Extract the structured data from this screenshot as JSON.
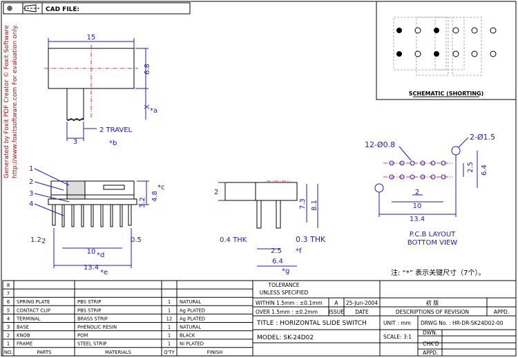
{
  "header": {
    "cad_label": "CAD FILE:"
  },
  "watermark": {
    "line1": "Generated by Foxit PDF Creator © Foxit Software",
    "line2": "http://www.foxitsoftware.com   For evaluation only."
  },
  "schematic": {
    "caption": "SCHEMATIC (SHORTING)"
  },
  "top_view": {
    "dim_width": "15",
    "dim_height": "6.8",
    "dim_a": "*a",
    "travel": "2 TRAVEL",
    "dim_3": "3",
    "dim_b": "*b"
  },
  "front_view": {
    "callouts": [
      "1",
      "2",
      "3",
      "4"
    ],
    "dim_c": "*c",
    "dim_48": "4.8",
    "dim_32": "3.2",
    "dim_12": "1.2",
    "dim_2": "2",
    "dim_05": "0.5",
    "dim_10": "10",
    "dim_d": "*d",
    "dim_134": "13.4",
    "dim_e": "*e"
  },
  "side_view": {
    "dim_2": "2",
    "dim_73": "7.3",
    "dim_81": "8.1",
    "thk_04": "0.4 THK",
    "thk_03": "0.3 THK",
    "dim_25": "2.5",
    "dim_f": "*f",
    "dim_64": "6.4",
    "dim_g": "*g"
  },
  "pcb": {
    "hole_small": "12-Ø0.8",
    "hole_large": "2-Ø1.5",
    "dim_25": "2.5",
    "dim_64": "6.4",
    "dim_2": "2",
    "dim_10": "10",
    "dim_134": "13.4",
    "caption1": "P.C.B LAYOUT",
    "caption2": "BOTTOM VIEW"
  },
  "note": "注: “*” 表示关键尺寸（7个）。",
  "parts_table": {
    "rows": [
      {
        "no": "8",
        "part": "",
        "material": "",
        "qty": "",
        "finish": ""
      },
      {
        "no": "7",
        "part": "",
        "material": "",
        "qty": "",
        "finish": ""
      },
      {
        "no": "6",
        "part": "SPRING PLATE",
        "material": "PBS STRIP",
        "qty": "1",
        "finish": "NATURAL"
      },
      {
        "no": "5",
        "part": "CONTACT CLIP",
        "material": "PBS STRIP",
        "qty": "1",
        "finish": "Ag PLATED"
      },
      {
        "no": "4",
        "part": "TERMINAL",
        "material": "BRASS STRIP",
        "qty": "12",
        "finish": "Ag PLATED"
      },
      {
        "no": "3",
        "part": "BASE",
        "material": "PHENOLIC RESIN",
        "qty": "1",
        "finish": "NATURAL"
      },
      {
        "no": "2",
        "part": "KNOB",
        "material": "POM",
        "qty": "1",
        "finish": "BLACK"
      },
      {
        "no": "1",
        "part": "FRAME",
        "material": "STEEL STRIP",
        "qty": "1",
        "finish": "Ni PLATED"
      }
    ],
    "headers": {
      "no": "NO.",
      "part": "PARTS",
      "material": "MATERIALS",
      "qty": "Q'TY",
      "finish": "FINISH"
    }
  },
  "title_block": {
    "tolerance": "TOLERANCE",
    "unless": "UNLESS   SPECIFIED",
    "within": "WITHIN 1.5mm : ±0.1mm",
    "over": "OVER 1.5mm : ±0.2mm",
    "rev": "A",
    "date": "25-Jun-2004",
    "issue_label": "ISSUE",
    "date_label": "DATE",
    "first_edition": "初 版",
    "desc_label": "DESCRIPTIONS OF REVISION",
    "appd_label": "APPD.",
    "title": "TITLE :  HORIZONTAL SLIDE SWITCH",
    "unit": "UNIT :  mm",
    "drwg": "DRWG No. : HR-DR-SK24D02-00",
    "model": "MODEL:  SK-24D02",
    "scale": "SCALE:  3:1",
    "dwn": "DWN.",
    "chkd": "CHK'D",
    "appd2": "APPD."
  }
}
